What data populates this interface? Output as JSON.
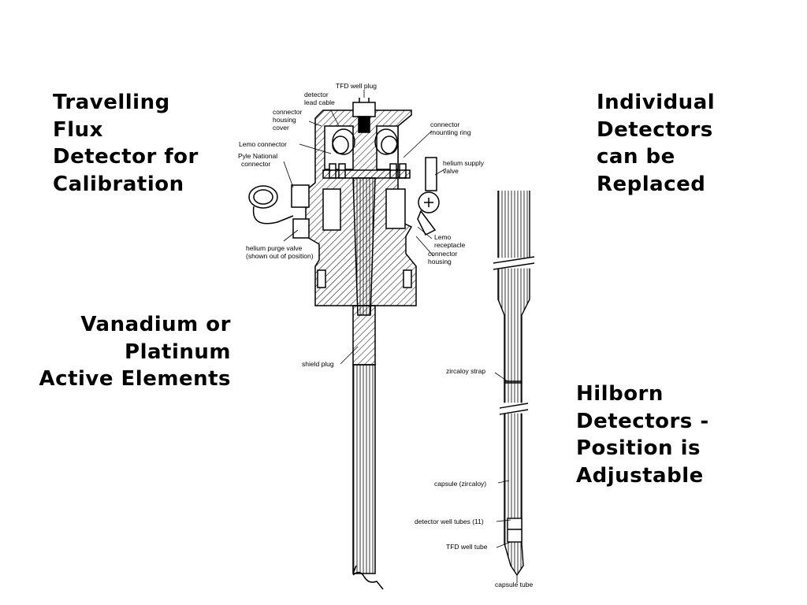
{
  "headings": {
    "tfd": [
      "Travelling",
      "Flux",
      "Detector for",
      "Calibration"
    ],
    "individual": [
      "Individual",
      "Detectors",
      "can be",
      "Replaced"
    ],
    "vanadium": [
      "Vanadium or",
      "Platinum",
      "Active Elements"
    ],
    "hilborn": [
      "Hilborn",
      "Detectors -",
      "Position is",
      "Adjustable"
    ]
  },
  "diagram_labels": {
    "tfd_well_plug": "TFD well plug",
    "detector_lead_cable": [
      "detector",
      "lead cable"
    ],
    "connector_housing_cover": [
      "connector",
      "housing",
      "cover"
    ],
    "lemo_connector": "Lemo connector",
    "pyle_national_connector": [
      "Pyle National",
      "connector"
    ],
    "helium_purge_valve": [
      "helium purge valve",
      "(shown out of position)"
    ],
    "connector_mounting_ring": [
      "connector",
      "mounting ring"
    ],
    "helium_supply_valve": [
      "helium supply",
      "valve"
    ],
    "lemo_receptacle": [
      "Lemo",
      "receptacle"
    ],
    "connector_housing": [
      "connector",
      "housing"
    ],
    "shield_plug": "shield plug",
    "zircaloy_strap": "zircaloy strap",
    "capsule_zircaloy": "capsule (zircaloy)",
    "detector_well_tubes": "detector well tubes (11)",
    "tfd_well_tube": "TFD well tube",
    "capsule_tube": "capsule tube"
  }
}
